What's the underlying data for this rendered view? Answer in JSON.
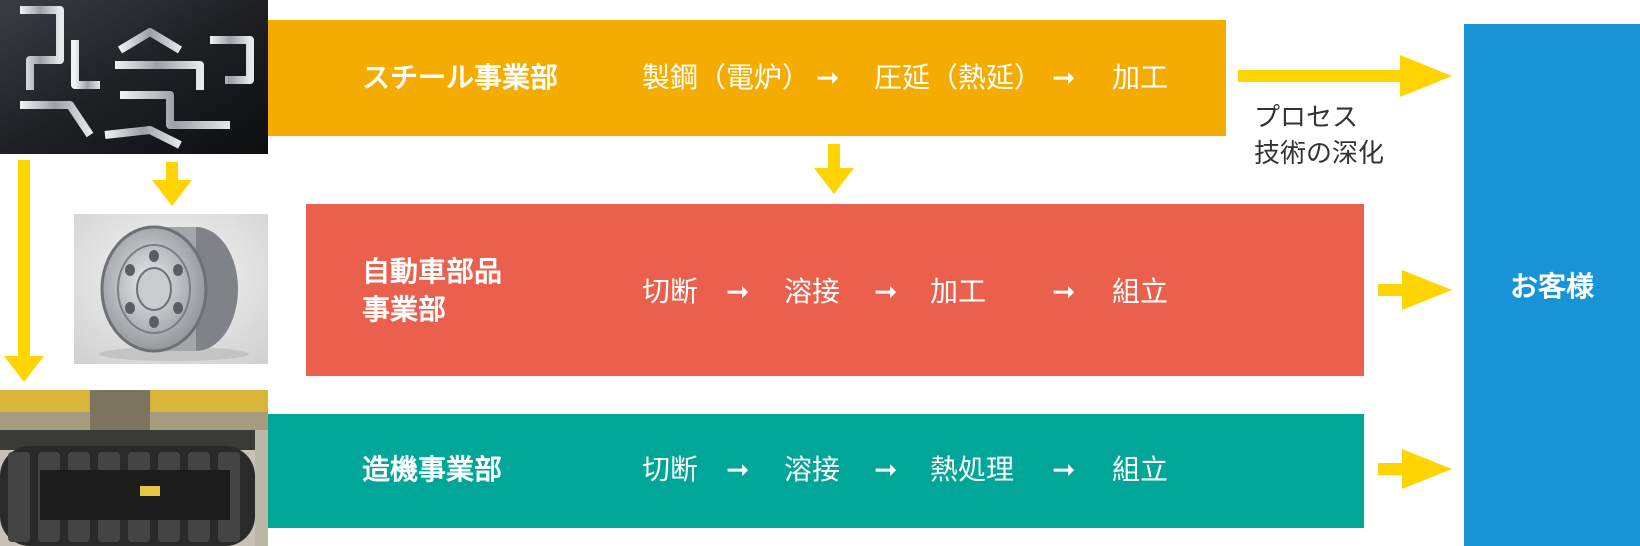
{
  "colors": {
    "steel": "#F5AC00",
    "auto": "#EB604D",
    "machine": "#00A697",
    "customer": "#1793D6",
    "arrow": "#FFD400"
  },
  "steel": {
    "name": "スチール事業部",
    "steps": [
      "製鋼（電炉）",
      "圧延（熱延）",
      "加工"
    ],
    "arrow_glyph": "➞"
  },
  "auto": {
    "name_line1": "自動車部品",
    "name_line2": "事業部",
    "steps": [
      "切断",
      "溶接",
      "加工",
      "組立"
    ],
    "arrow_glyph": "➞"
  },
  "machine": {
    "name": "造機事業部",
    "steps": [
      "切断",
      "溶接",
      "熱処理",
      "組立"
    ],
    "arrow_glyph": "➞"
  },
  "customer": {
    "label": "お客様"
  },
  "note": {
    "line1": "プロセス",
    "line2": "技術の深化"
  },
  "icons": {
    "steel_photo": "steel-parts-photo",
    "wheel_photo": "wheel-photo",
    "excavator_photo": "excavator-photo"
  }
}
